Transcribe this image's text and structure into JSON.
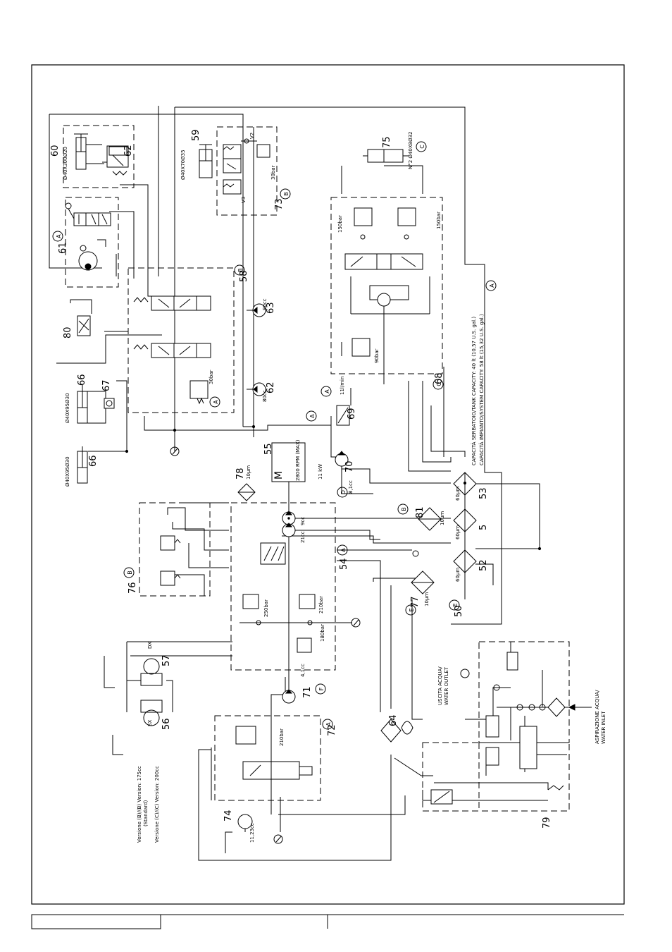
{
  "title_block": {
    "cell_1": "",
    "cell_2": "",
    "cell_3": ""
  },
  "components": {
    "c50": "50",
    "c52": "52",
    "c53": "53",
    "c5": "5",
    "c54": "54",
    "c55": "55",
    "c56": "56",
    "c57": "57",
    "c58": "58",
    "c59": "59",
    "c60": "60",
    "c61": "61",
    "c62": "62",
    "c63": "63",
    "c64": "64",
    "c66a": "66",
    "c66b": "66",
    "c67": "67",
    "c68": "68",
    "c69": "69",
    "c70": "70",
    "c71": "71",
    "c72": "72",
    "c73": "73",
    "c74": "74",
    "c75": "75",
    "c76": "76",
    "c77": "77",
    "c78": "78",
    "c79": "79",
    "c80": "80",
    "c81": "81"
  },
  "labels": {
    "cyl_59": "Ø40X70Ø35",
    "cyl_60": "Ø40X300Ø20",
    "cyl_66a": "Ø40X95Ø30",
    "cyl_66b": "Ø40X95Ø30",
    "cyl_75": "N°2 Ø40X8Ø32",
    "motor_55": "M",
    "motor_55_rpm": "2800 RPM (MAX)",
    "motor_55_power": "11 kW",
    "pump_70": "8,1cc",
    "pump_71": "4,1cc",
    "pump_54a": "9cc",
    "pump_54b": "21cc",
    "motor_62": "80cc",
    "motor_63": "80cc",
    "motor_74": "11,23cc",
    "relief_150a": "150bar",
    "relief_150b": "150bar",
    "relief_90": "90bar",
    "relief_30_58": "30bar",
    "relief_30_73": "30bar",
    "relief_180": "180bar",
    "relief_250": "250bar",
    "relief_210_54": "210bar",
    "relief_210_72": "210bar",
    "filter_78": "10µm",
    "filter_81": "10µm",
    "filter_77": "10µm",
    "filter_53": "60µm",
    "filter_5": "60µm",
    "filter_52": "60µm",
    "flow_69": "11l/min",
    "valve_v2": "V2",
    "valve_v3": "V3",
    "motor_57_dx": "DX",
    "motor_56_sx": "SX",
    "tank_it": "CAPACITÀ SERBATOIO/TANK CAPACITY: 40 lt (10,57 U.S. gal.)",
    "tank_en": "CAPACITÀ IMPIANTO/SYSTEM CAPACITY: 58 lt (15,32 U.S. gal.)",
    "water_out_it": "USCITA ACQUA/",
    "water_out_en": "WATER OUTLET",
    "water_in_it": "ASPIRAZIONE ACQUA/",
    "water_in_en": "WATER INLET",
    "version_b": "Versione (B)/(B) Version: 175cc",
    "version_std": "(Standard)",
    "version_c": "Versione (C)/(C) Version: 200cc"
  },
  "circle_letters": {
    "a": "A",
    "b": "B",
    "c": "C",
    "d": "D",
    "e": "E",
    "f": "F"
  }
}
